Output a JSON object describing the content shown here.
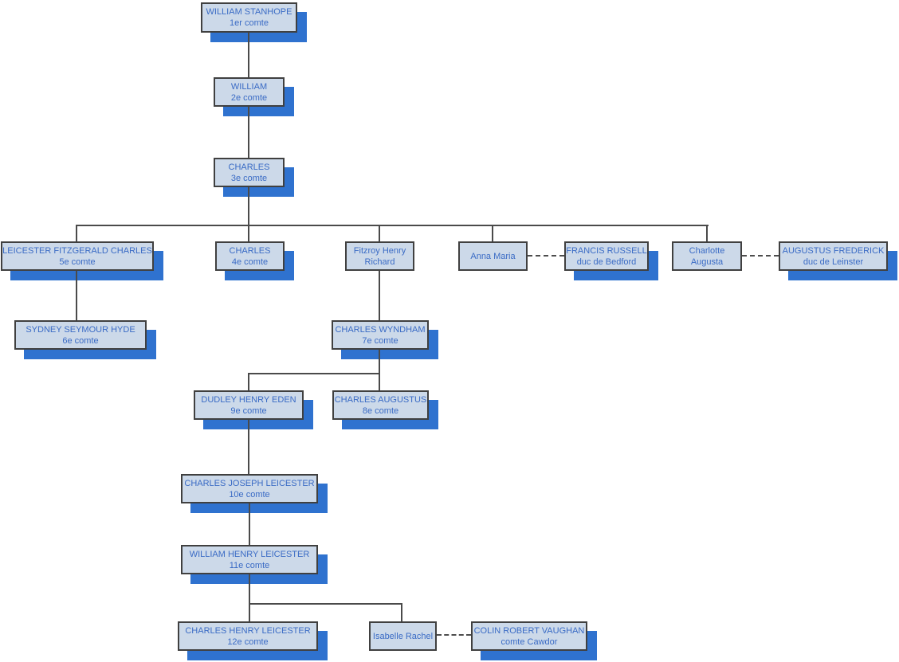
{
  "diagram_type": "family-tree-orgchart",
  "colors": {
    "box_fill": "#ccd9e9",
    "box_border": "#404040",
    "box_text": "#3a6bc5",
    "shadow": "#2f72cf",
    "line": "#4a4a4a",
    "dash": "#4d4d4d",
    "bg": "#ffffff"
  },
  "nodes": [
    {
      "line1": "WILLIAM STANHOPE",
      "line2": "1er comte"
    },
    {
      "line1": "WILLIAM",
      "line2": "2e comte"
    },
    {
      "line1": "CHARLES",
      "line2": "3e comte"
    },
    {
      "line1": "LEICESTER FITZGERALD CHARLES",
      "line2": "5e comte"
    },
    {
      "line1": "CHARLES",
      "line2": "4e comte"
    },
    {
      "line1": "Fitzroy Henry",
      "line2": "Richard"
    },
    {
      "line1": "Anna Maria",
      "line2": ""
    },
    {
      "line1": "FRANCIS RUSSELL",
      "line2": "duc de Bedford"
    },
    {
      "line1": "Charlotte",
      "line2": "Augusta"
    },
    {
      "line1": "AUGUSTUS FREDERICK",
      "line2": "duc de Leinster"
    },
    {
      "line1": "SYDNEY SEYMOUR HYDE",
      "line2": "6e comte"
    },
    {
      "line1": "CHARLES WYNDHAM",
      "line2": "7e comte"
    },
    {
      "line1": "DUDLEY HENRY EDEN",
      "line2": "9e comte"
    },
    {
      "line1": "CHARLES AUGUSTUS",
      "line2": "8e comte"
    },
    {
      "line1": "CHARLES JOSEPH LEICESTER",
      "line2": "10e comte"
    },
    {
      "line1": "WILLIAM HENRY LEICESTER",
      "line2": "11e comte"
    },
    {
      "line1": "CHARLES HENRY LEICESTER",
      "line2": "12e comte"
    },
    {
      "line1": "Isabelle Rachel",
      "line2": ""
    },
    {
      "line1": "COLIN ROBERT VAUGHAN",
      "line2": "comte Cawdor"
    }
  ]
}
